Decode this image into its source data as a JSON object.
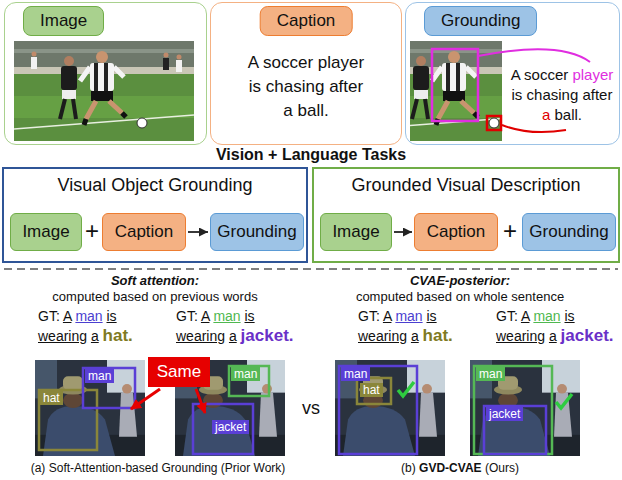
{
  "diagram": {
    "nodes": [
      {
        "text": [
          "Image"
        ]
      },
      {
        "text": [
          "Caption",
          "A soccer player is chasing after a ball."
        ]
      },
      {
        "text": [
          "Grounding",
          "A soccer player is chasing after a ball."
        ]
      },
      {
        "text": [
          "Visual Object Grounding"
        ]
      },
      {
        "text": [
          "Image"
        ],
        "in": 3
      },
      {
        "text": [
          "Caption"
        ],
        "in": 3
      },
      {
        "text": [
          "Grounding"
        ],
        "in": 3
      },
      {
        "text": [
          "Grounded Visual Description"
        ]
      },
      {
        "text": [
          "Image"
        ],
        "in": 7
      },
      {
        "text": [
          "Caption"
        ],
        "in": 7
      },
      {
        "text": [
          "Grounding"
        ],
        "in": 7
      },
      {
        "text": [
          "Same"
        ]
      }
    ],
    "edges": [
      {
        "from": 5,
        "to": 6,
        "arrow": "to"
      },
      {
        "from": 8,
        "to": 9,
        "arrow": "to"
      }
    ],
    "labels": [
      "Vision + Language Tasks",
      "+",
      "+",
      "Soft attention:",
      "computed based on previous words",
      "CVAE-posterior:",
      "computed based on whole sentence",
      "GT: A man is wearing a hat.",
      "GT: A man is wearing a jacket.",
      "GT: A man is wearing a hat.",
      "GT: A man is wearing a jacket.",
      "man",
      "hat",
      "man",
      "jacket",
      "vs",
      "man",
      "hat",
      "man",
      "jacket",
      "(a) Soft-Attention-based Grounding (Prior Work)",
      "(b) GVD-CVAE (Ours)"
    ]
  }
}
